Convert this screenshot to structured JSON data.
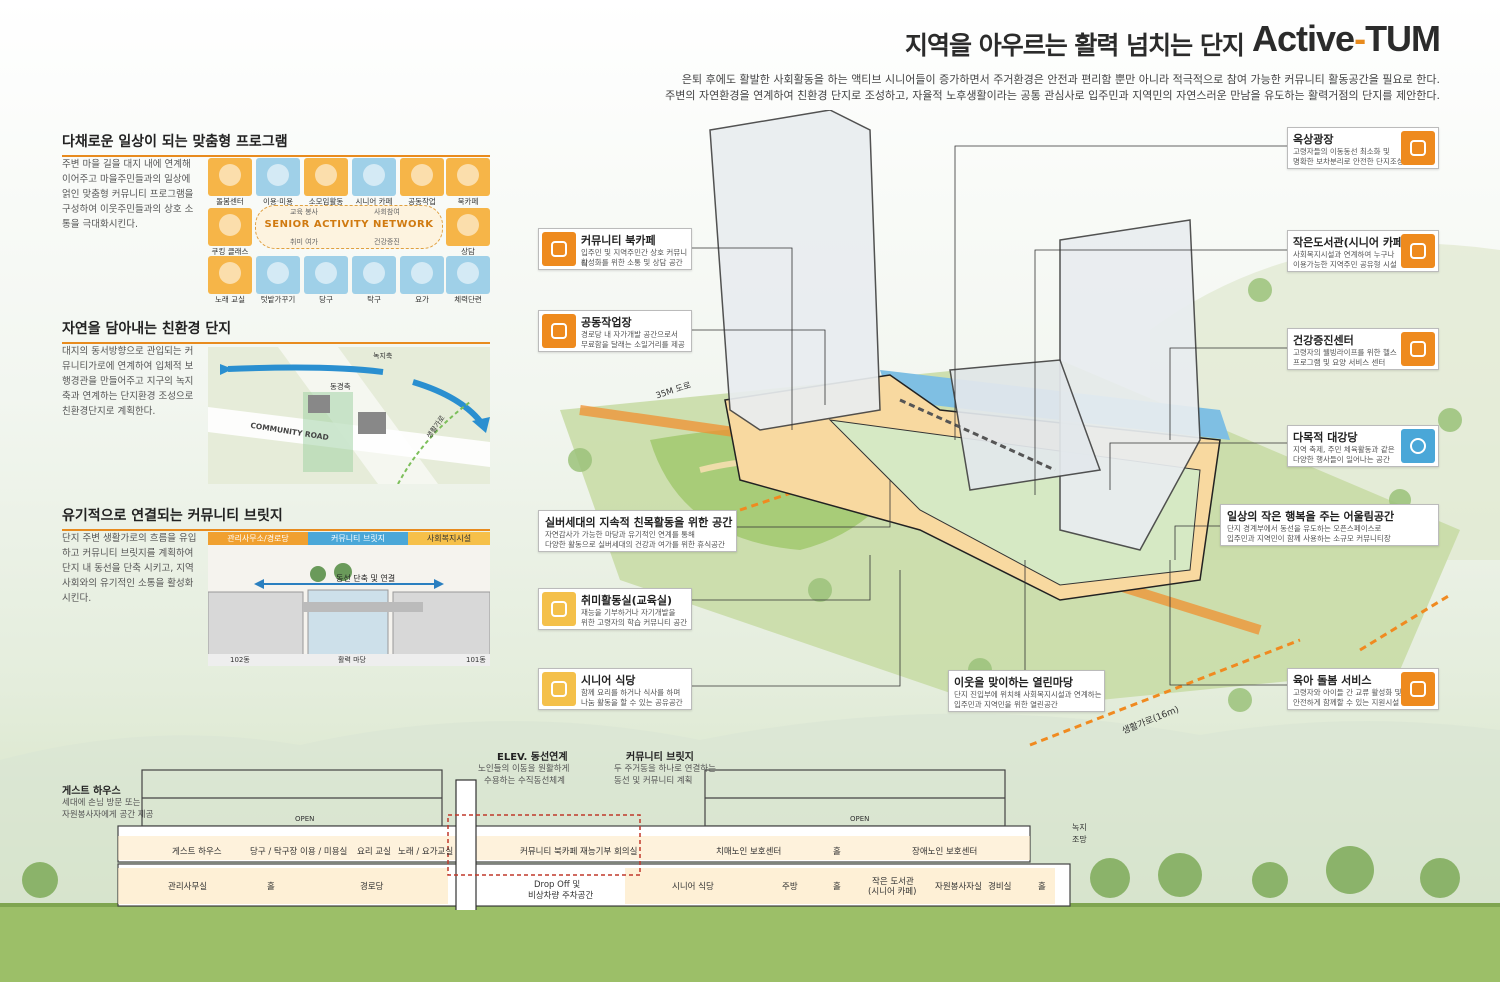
{
  "header": {
    "title_ko": "지역을 아우르는 활력 넘치는 단지",
    "title_en_a": "Active",
    "title_en_dash": "-",
    "title_en_b": "TUM",
    "intro_line1": "은퇴 후에도 활발한 사회활동을 하는 액티브 시니어들이 증가하면서 주거환경은 안전과 편리함 뿐만 아니라 적극적으로 참여 가능한 커뮤니티 활동공간을 필요로 한다.",
    "intro_line2": "주변의 자연환경을 연계하여 친환경 단지로 조성하고, 자율적 노후생활이라는 공통 관심사로 입주민과 지역민의 자연스러운 만남을 유도하는 활력거점의 단지를 제안한다."
  },
  "sections": [
    {
      "title": "다채로운 일상이 되는 맞춤형 프로그램",
      "body": "주변 마을 길을 대지 내에 연계해 이어주고 마을주민들과의 일상에 얽인 맞춤형 커뮤니티 프로그램을 구성하여 이웃주민들과의 상호 소통을 극대화시킨다."
    },
    {
      "title": "자연을 담아내는 친환경 단지",
      "body": "대지의 동서방향으로 관입되는 커뮤니티가로에 연계하여 입체적 보행경관을 만들어주고 지구의 녹지축과 연계하는 단지환경 조성으로 친환경단지로 계획한다."
    },
    {
      "title": "유기적으로 연결되는 커뮤니티 브릿지",
      "body": "단지 주변 생활가로의 흐름을 유입하고 커뮤니티 브릿지를 계획하여 단지 내 동선을 단축 시키고, 지역사회와의 유기적인 소통을 활성화 시킨다."
    }
  ],
  "program": {
    "tiles": [
      "돌봄센터",
      "이용·미용",
      "소모임활동",
      "시니어 카페",
      "공동작업",
      "북카페",
      "쿠킹 클래스",
      "상담",
      "노래 교실",
      "텃밭가꾸기",
      "당구",
      "탁구",
      "요가",
      "체력단련"
    ],
    "network_title": "SENIOR ACTIVITY NETWORK",
    "network_top_left": "교육 봉사",
    "network_top_right": "사회참여",
    "network_bottom_left": "취미 여가",
    "network_bottom_right": "건강증진"
  },
  "eco_map": {
    "label_green_axis": "녹지축",
    "label_east": "동경축",
    "label_road": "COMMUNITY ROAD",
    "label_street": "생활가로"
  },
  "bridge": {
    "band_left": "관리사무소/경로당",
    "band_mid": "커뮤니티 브릿지",
    "band_right": "사회복지시설",
    "arrow_label": "동선 단축 및 연결",
    "bldg_left": "102동",
    "bldg_mid": "활력 마당",
    "bldg_right": "101동"
  },
  "callouts": [
    {
      "title": "커뮤니티 북카페",
      "desc1": "입주민 및 지역주민간 상호 커뮤니티",
      "desc2": "활성화를 위한 소통 및 상담 공간",
      "icon": "book-cafe-icon"
    },
    {
      "title": "공동작업장",
      "desc1": "경로당 내 자가개발 공간으로서",
      "desc2": "무료함을 달래는 소일거리를 제공",
      "icon": "workshop-icon"
    },
    {
      "title": "실버세대의 지속적 친목활동을 위한 공간",
      "desc1": "자연감사가 가능한 마당과 유기적인 연계를 통해",
      "desc2": "다양한 활동으로 실버세대의 건강과 여가를 위한 휴식공간",
      "icon": ""
    },
    {
      "title": "취미활동실(교육실)",
      "desc1": "재능을 기부하거나 자기개발을",
      "desc2": "위한 고령자의 학습 커뮤니티 공간",
      "icon": "music-icon"
    },
    {
      "title": "시니어 식당",
      "desc1": "함께 요리를 하거나 식사를 하며",
      "desc2": "나눔 활동을 할 수 있는 공유공간",
      "icon": "dining-icon"
    },
    {
      "title": "옥상광장",
      "desc1": "고령자들의 이동동선 최소화 및",
      "desc2": "명확한 보차분리로 안전한 단지조성",
      "icon": "rooftop-icon"
    },
    {
      "title": "작은도서관(시니어 카페)",
      "desc1": "사회복지시설과 연계하여 누구나",
      "desc2": "이용가능한 지역주민 공유형 시설",
      "icon": "library-icon"
    },
    {
      "title": "건강증진센터",
      "desc1": "고령자의 웰빙라이프를 위한 헬스",
      "desc2": "프로그램 및 요양 서비스 센터",
      "icon": "fitness-icon"
    },
    {
      "title": "다목적 대강당",
      "desc1": "지역 축제, 주민 체육활동과 같은",
      "desc2": "다양한 행사들이 일어나는 공간",
      "icon": "balloon-icon"
    },
    {
      "title": "일상의 작은 행복을 주는 어울림공간",
      "desc1": "단지 경계부에서 동선을 유도하는 오픈스페이스로",
      "desc2": "입주민과 지역민이 함께 사용하는 소규모 커뮤니티장",
      "icon": ""
    },
    {
      "title": "이웃을 맞이하는 열린마당",
      "desc1": "단지 진입부에 위치해 사회복지시설과 연계하는",
      "desc2": "입주민과 지역민을 위한 열린공간",
      "icon": ""
    },
    {
      "title": "육아 돌봄 서비스",
      "desc1": "고령자와 아이들 간 교류 활성화 및",
      "desc2": "안전하게 함께할 수 있는 지원시설",
      "icon": "childcare-icon"
    }
  ],
  "site_labels": {
    "road_35": "35M 도로",
    "road_16": "생활가로(16m)"
  },
  "section_drawing": {
    "guest_title": "게스트 하우스",
    "guest_desc1": "세대에 손님 방문 또는",
    "guest_desc2": "자원봉사자에게 공간 제공",
    "elev_title": "ELEV. 동선연계",
    "elev_desc1": "노인들의 이동을 원활하게",
    "elev_desc2": "수용하는 수직동선체계",
    "bridge_title": "커뮤니티 브릿지",
    "bridge_desc1": "두 주거동을 하나로 연결하는",
    "bridge_desc2": "동선 및 커뮤니티 계획",
    "open_left": "OPEN",
    "open_right": "OPEN",
    "view_note1": "녹지",
    "view_note2": "조망",
    "upper_rooms": [
      "게스트 하우스",
      "당구 / 탁구장",
      "이용 / 미용실",
      "요리 교실",
      "노래 / 요가교실",
      "커뮤니티 북카페",
      "재능기부 회의실",
      "치매노인 보호센터",
      "홀",
      "장애노인 보호센터"
    ],
    "lower_rooms": [
      "관리사무실",
      "홀",
      "경로당",
      "Drop Off 및",
      "비상차량 주차공간",
      "시니어 식당",
      "주방",
      "홀",
      "작은 도서관",
      "(시니어 카페)",
      "자원봉사자실",
      "경비실",
      "홀"
    ]
  },
  "colors": {
    "accent": "#ee8a1e",
    "blue": "#4aa7d8",
    "green": "#8cb85a",
    "ground": "#9cbf68"
  }
}
